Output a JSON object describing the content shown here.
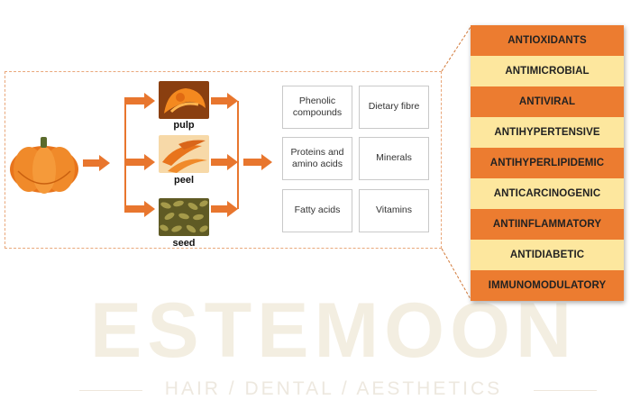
{
  "diagram": {
    "parts": [
      {
        "label": "pulp",
        "icon": "pumpkin-pulp"
      },
      {
        "label": "peel",
        "icon": "pumpkin-peel"
      },
      {
        "label": "seed",
        "icon": "pumpkin-seeds"
      }
    ],
    "compounds": [
      {
        "label": "Phenolic compounds"
      },
      {
        "label": "Dietary fibre"
      },
      {
        "label": "Proteins and amino acids"
      },
      {
        "label": "Minerals"
      },
      {
        "label": "Fatty acids"
      },
      {
        "label": "Vitamins"
      }
    ],
    "activities": [
      "ANTIOXIDANTS",
      "ANTIMICROBIAL",
      "ANTIVIRAL",
      "ANTIHYPERTENSIVE",
      "ANTIHYPERLIPIDEMIC",
      "ANTICARCINOGENIC",
      "ANTIINFLAMMATORY",
      "ANTIDIABETIC",
      "IMMUNOMODULATORY"
    ]
  },
  "watermark": {
    "name": "ESTEMOON",
    "tagline": "HAIR / DENTAL / AESTHETICS"
  },
  "colors": {
    "arrow": "#e8762e",
    "activity_orange": "#ec7c30",
    "activity_pale": "#fde79e",
    "dashed_border": "#e9a77a"
  }
}
